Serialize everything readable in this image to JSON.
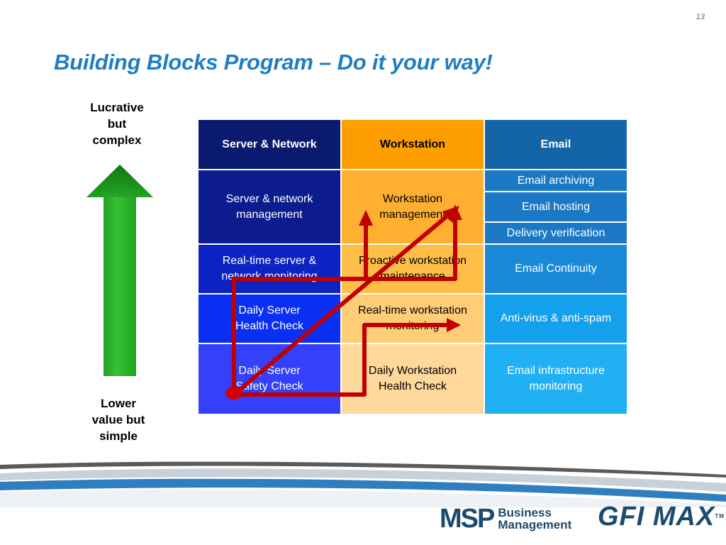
{
  "slide": {
    "page_number": "13",
    "title": "Building Blocks Program – Do it your way!"
  },
  "axis": {
    "top_line1": "Lucrative",
    "top_line2": "but",
    "top_line3": "complex",
    "bottom_line1": "Lower",
    "bottom_line2": "value but",
    "bottom_line3": "simple"
  },
  "columns": [
    {
      "header": "Server & Network",
      "color": "#0a1a6e",
      "text_color": "#ffffff"
    },
    {
      "header": "Workstation",
      "color": "#ff9e00",
      "text_color": "#000000"
    },
    {
      "header": "Email",
      "color": "#1465a8",
      "text_color": "#ffffff"
    }
  ],
  "rows": {
    "server": [
      {
        "line1": "Server & network",
        "line2": "management",
        "color": "#0c1c8e"
      },
      {
        "line1": "Real-time server &",
        "line2": "network monitoring",
        "color": "#0d22c2"
      },
      {
        "line1": "Daily Server",
        "line2": "Health Check",
        "color": "#0a2ff2"
      },
      {
        "line1": "Daily Server",
        "line2": "Safety Check",
        "color": "#3440fa"
      }
    ],
    "workstation": [
      {
        "line1": "Workstation",
        "line2": "management",
        "color": "#ffb030"
      },
      {
        "line1": "Proactive workstation",
        "line2": "maintenance",
        "color": "#ffbe48"
      },
      {
        "line1": "Real-time workstation",
        "line2": "monitoring",
        "color": "#ffcc78"
      },
      {
        "line1": "Daily Workstation",
        "line2": "Health Check",
        "color": "#ffd99c"
      }
    ],
    "email": [
      {
        "line1": "Email archiving",
        "line2": "",
        "color": "#1a78c4"
      },
      {
        "line1": "Email hosting",
        "line2": "",
        "color": "#1a78c4"
      },
      {
        "line1": "Delivery verification",
        "line2": "",
        "color": "#1a78c4"
      },
      {
        "line1": "Email Continuity",
        "line2": "",
        "color": "#1a8ad8"
      },
      {
        "line1": "Anti-virus & anti-spam",
        "line2": "",
        "color": "#14a0ec"
      },
      {
        "line1": "Email infrastructure",
        "line2": "monitoring",
        "color": "#22b0f4"
      }
    ]
  },
  "colors": {
    "title": "#1f7dc3",
    "arrow_green": "#1fa81f",
    "overlay_red": "#c00000",
    "logo_navy": "#1c4b6e"
  },
  "logos": {
    "msp_mark": "MSP",
    "msp_word1": "Business",
    "msp_word2": "Management",
    "gfi_text": "GFI MAX",
    "gfi_tm": "TM"
  }
}
